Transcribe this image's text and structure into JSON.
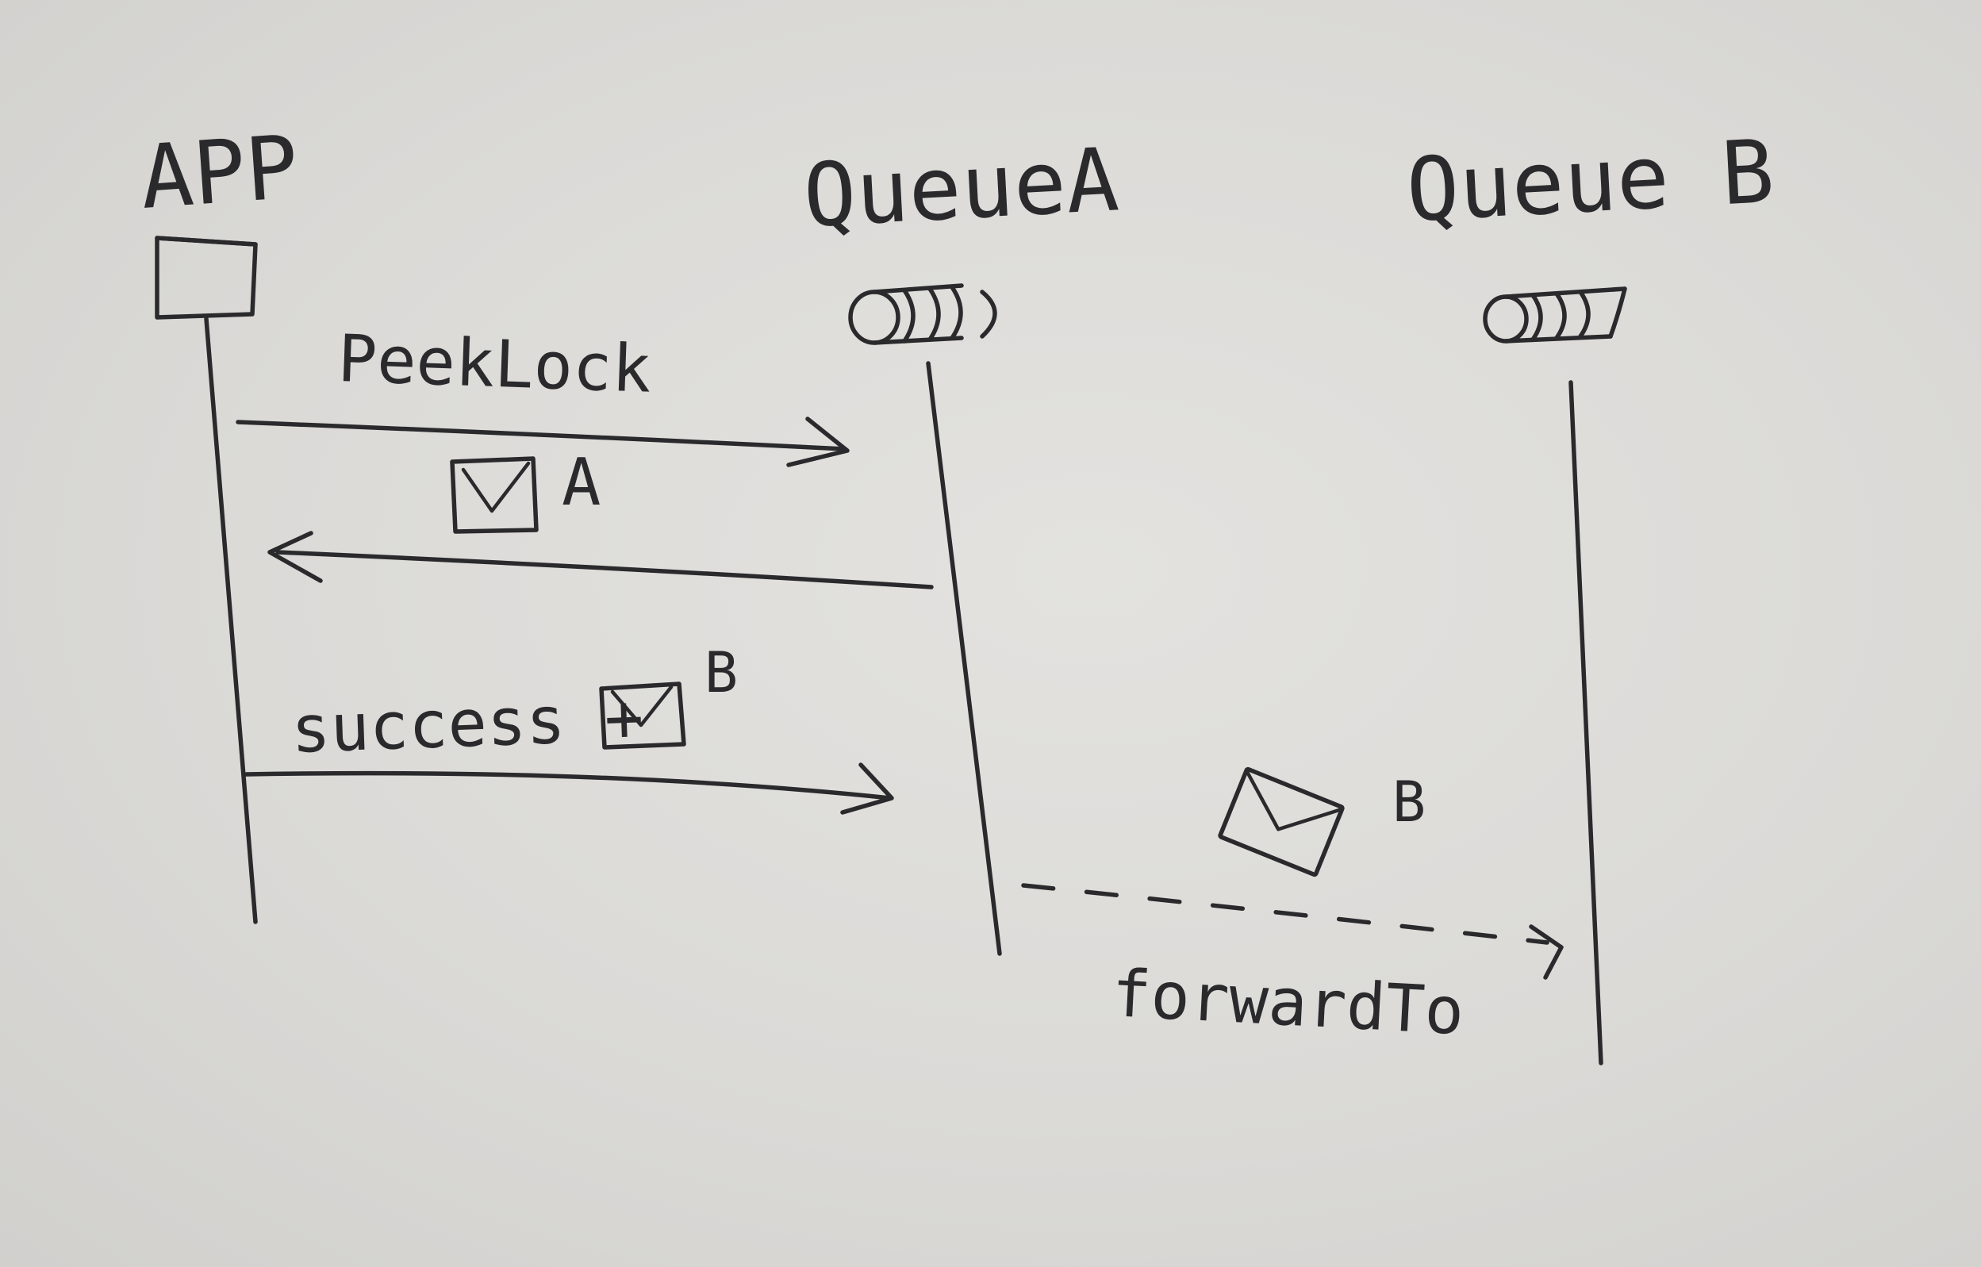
{
  "participants": {
    "app": "APP",
    "queue_a": "QueueA",
    "queue_b": "Queue B"
  },
  "messages": {
    "peek_lock": "PeekLock",
    "message_a": "A",
    "success_text": "success +",
    "message_b": "B",
    "envelope_b": "B",
    "forward_to": "forwardTo"
  },
  "colors": {
    "ink": "#2a2a2d",
    "paper": "#dcdbd8"
  }
}
